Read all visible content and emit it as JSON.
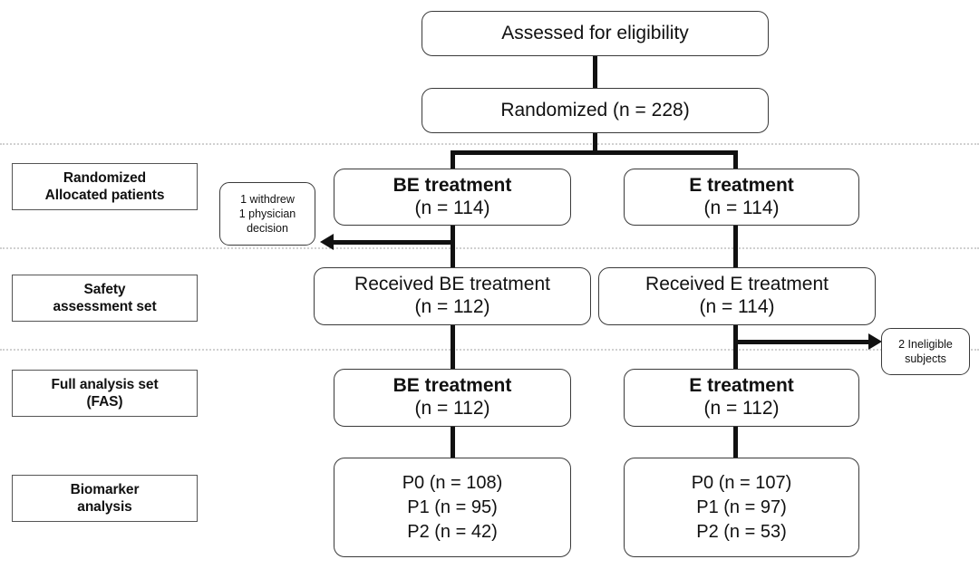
{
  "diagram": {
    "title": "CONSORT participant flow diagram",
    "type": "flowchart"
  },
  "stage_labels": [
    {
      "line1": "Randomized",
      "line2": "Allocated  patients"
    },
    {
      "line1": "Safety",
      "line2": "assessment set"
    },
    {
      "line1": "Full analysis set",
      "line2": "(FAS)"
    },
    {
      "line1": "Biomarker",
      "line2": "analysis"
    }
  ],
  "nodes": {
    "assessed": {
      "line1": "Assessed for eligibility"
    },
    "randomized": {
      "line1": "Randomized (n = 228)"
    },
    "alloc_be": {
      "line1": "BE treatment",
      "line2": "(n = 114)"
    },
    "alloc_e": {
      "line1": "E treatment",
      "line2": "(n = 114)"
    },
    "received_be": {
      "line1": "Received BE treatment",
      "line2": "(n = 112)"
    },
    "received_e": {
      "line1": "Received E treatment",
      "line2": "(n = 114)"
    },
    "fas_be": {
      "line1": "BE treatment",
      "line2": "(n = 112)"
    },
    "fas_e": {
      "line1": "E treatment",
      "line2": "(n = 112)"
    },
    "biomarker_be": {
      "line1": "P0 (n = 108)",
      "line2": "P1 (n = 95)",
      "line3": "P2 (n = 42)"
    },
    "biomarker_e": {
      "line1": "P0 (n = 107)",
      "line2": "P1 (n = 97)",
      "line3": "P2 (n = 53)"
    }
  },
  "callouts": {
    "withdrawn": {
      "line1": "1 withdrew",
      "line2": "1 physician",
      "line3": "decision"
    },
    "ineligible": {
      "line1": "2 Ineligible",
      "line2": "subjects"
    }
  },
  "colors": {
    "node_border": "#3a3a3a",
    "label_border": "#555555",
    "connector": "#111111",
    "divider": "#d0d0d0",
    "background": "#ffffff"
  }
}
